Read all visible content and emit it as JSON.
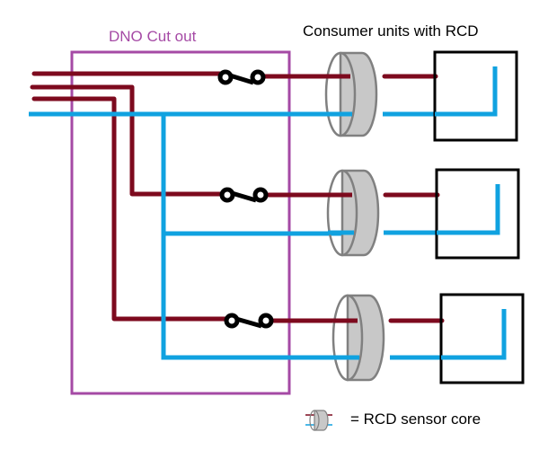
{
  "colors": {
    "phase": "#7d0a1e",
    "neutral": "#10a2e0",
    "cutout_box": "#a54aa5",
    "switch": "#000000",
    "rcd_fill": "#c8c8c8",
    "rcd_stroke": "#808080",
    "unit_box": "#000000"
  },
  "labels": {
    "dno": "DNO Cut out",
    "consumer_units": "Consumer units with RCD",
    "legend": "= RCD sensor core"
  },
  "legend": {
    "icon": "rcd-sensor-core-icon"
  },
  "circuits": [
    {
      "name": "circuit-1",
      "switch": "switch-icon",
      "rcd": "rcd-sensor-core-icon",
      "unit": "consumer-unit"
    },
    {
      "name": "circuit-2",
      "switch": "switch-icon",
      "rcd": "rcd-sensor-core-icon",
      "unit": "consumer-unit"
    },
    {
      "name": "circuit-3",
      "switch": "switch-icon",
      "rcd": "rcd-sensor-core-icon",
      "unit": "consumer-unit"
    }
  ]
}
